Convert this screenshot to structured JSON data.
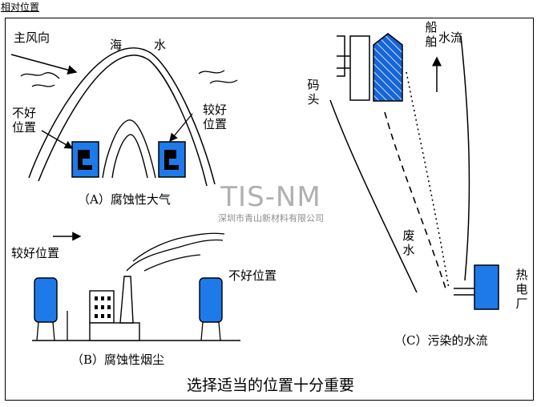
{
  "header": {
    "title": "相对位置"
  },
  "caption": "选择适当的位置十分重要",
  "watermark": {
    "main": "TIS-NM",
    "sub": "深圳市青山新材料有限公司"
  },
  "panel_a": {
    "label": "（A）腐蚀性大气",
    "wind": "主风向",
    "sea_left": "海",
    "sea_right": "水",
    "bad_position": "不好位置",
    "good_position": "较好位置"
  },
  "panel_b": {
    "label": "（B）腐蚀性烟尘",
    "good_position": "较好位置",
    "bad_position": "不好位置"
  },
  "panel_c": {
    "label": "（C）污染的水流",
    "dock": "码头",
    "ship": "船舶",
    "flow": "水流",
    "wastewater": "废水",
    "power_plant": "热电厂"
  },
  "colors": {
    "accent_blue": "#1e7ae8",
    "hatch_blue": "#1565d8",
    "line": "#000000"
  }
}
